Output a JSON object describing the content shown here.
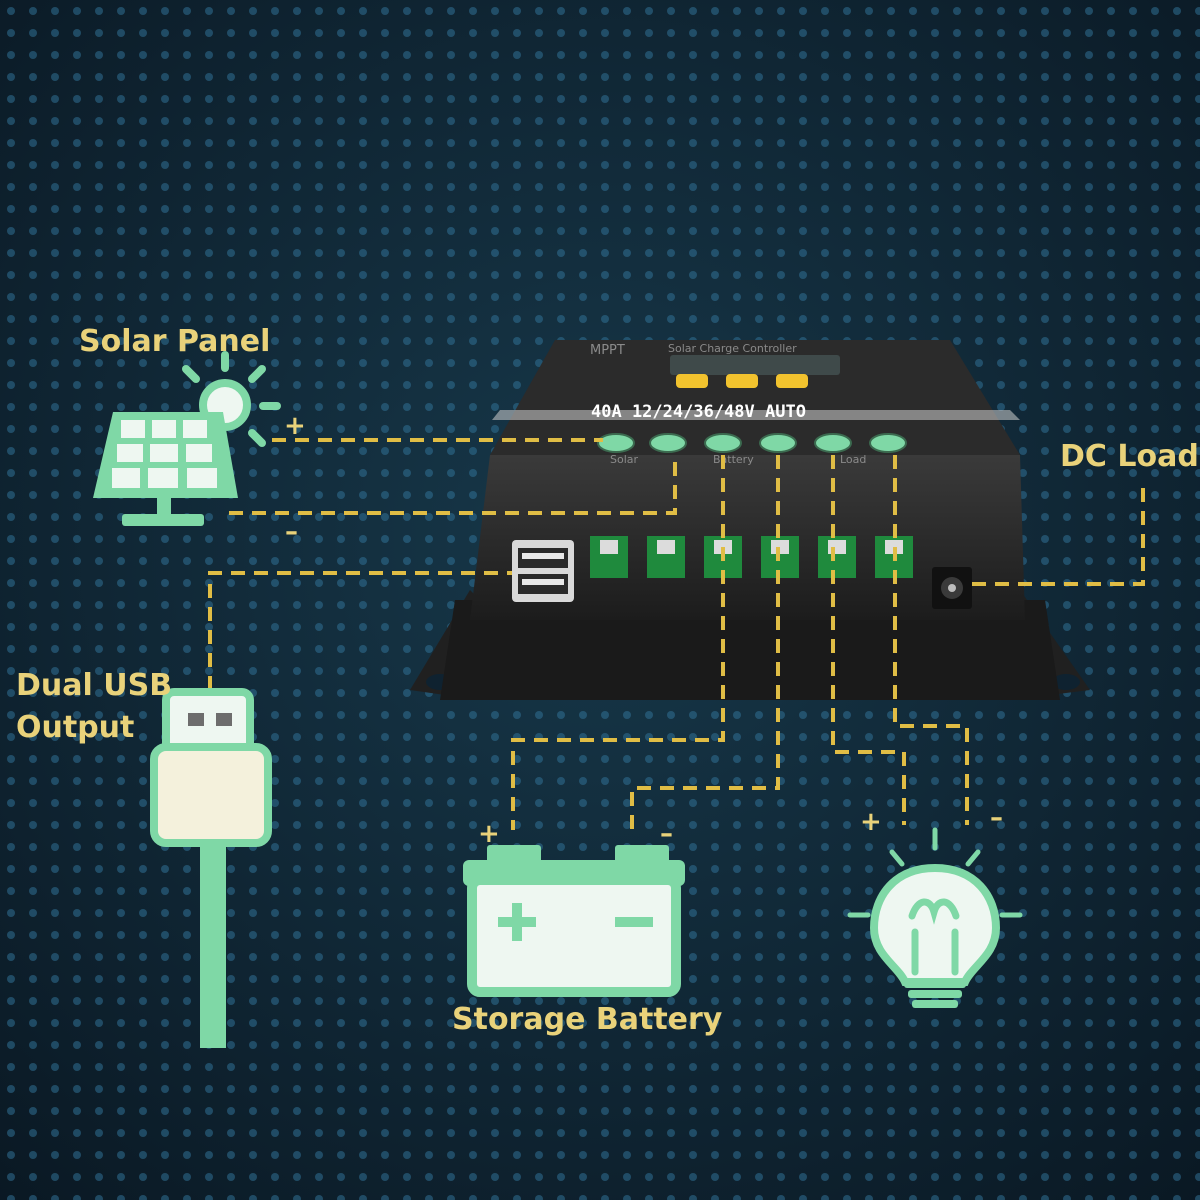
{
  "labels": {
    "solar_panel": "Solar Panel",
    "dc_load": "DC Load",
    "dual_usb_line1": "Dual USB",
    "dual_usb_line2": "Output",
    "storage_battery": "Storage Battery"
  },
  "controller": {
    "model_text": "40A 12/24/36/48V AUTO",
    "brand_text": "MPPT",
    "subtitle_text": "Solar Charge Controller",
    "terminal_labels": [
      "Solar",
      "Battery",
      "Load"
    ]
  },
  "polarity": {
    "plus": "+",
    "minus": "–"
  },
  "icons": {
    "solar": "solar-panel-icon",
    "usb": "usb-plug-icon",
    "battery": "battery-icon",
    "bulb": "light-bulb-icon"
  },
  "colors": {
    "background": "#0f2230",
    "accent_mint": "#7fd8a6",
    "wire": "#e0bd45",
    "label_text": "#e9d27a"
  }
}
